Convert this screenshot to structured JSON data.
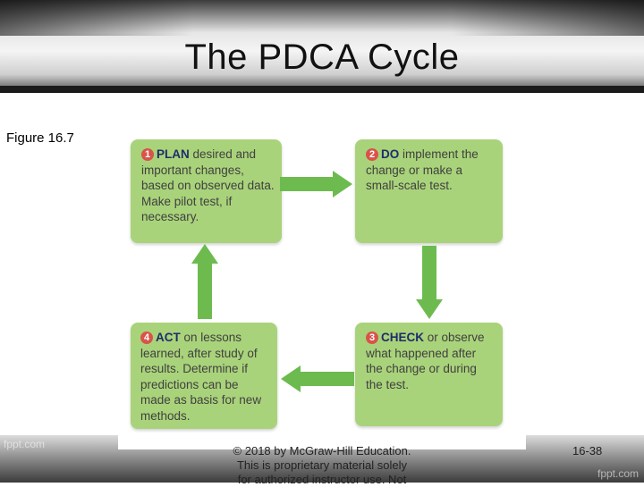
{
  "slide": {
    "title": "The PDCA Cycle",
    "figure_label": "Figure 16.7",
    "footer_lines": [
      "© 2018 by McGraw-Hill Education.",
      "This is proprietary material solely",
      "for authorized instructor use. Not"
    ],
    "page_number": "16-38",
    "watermark": "fppt.com"
  },
  "cycle": {
    "steps": [
      {
        "number": "1",
        "keyword": "PLAN",
        "text": " desired and important changes, based on observed data. Make pilot test, if necessary."
      },
      {
        "number": "2",
        "keyword": "DO",
        "text": " implement the change or make a small-scale test."
      },
      {
        "number": "3",
        "keyword": "CHECK",
        "text": " or observe what happened after the change or during the test."
      },
      {
        "number": "4",
        "keyword": "ACT",
        "text": " on lessons learned, after study of results. Determine if predictions can be made as basis for new methods."
      }
    ],
    "arrow_color": "#6dbb4f",
    "box_color": "#a9d37a",
    "number_badge_color": "#d9534a"
  }
}
